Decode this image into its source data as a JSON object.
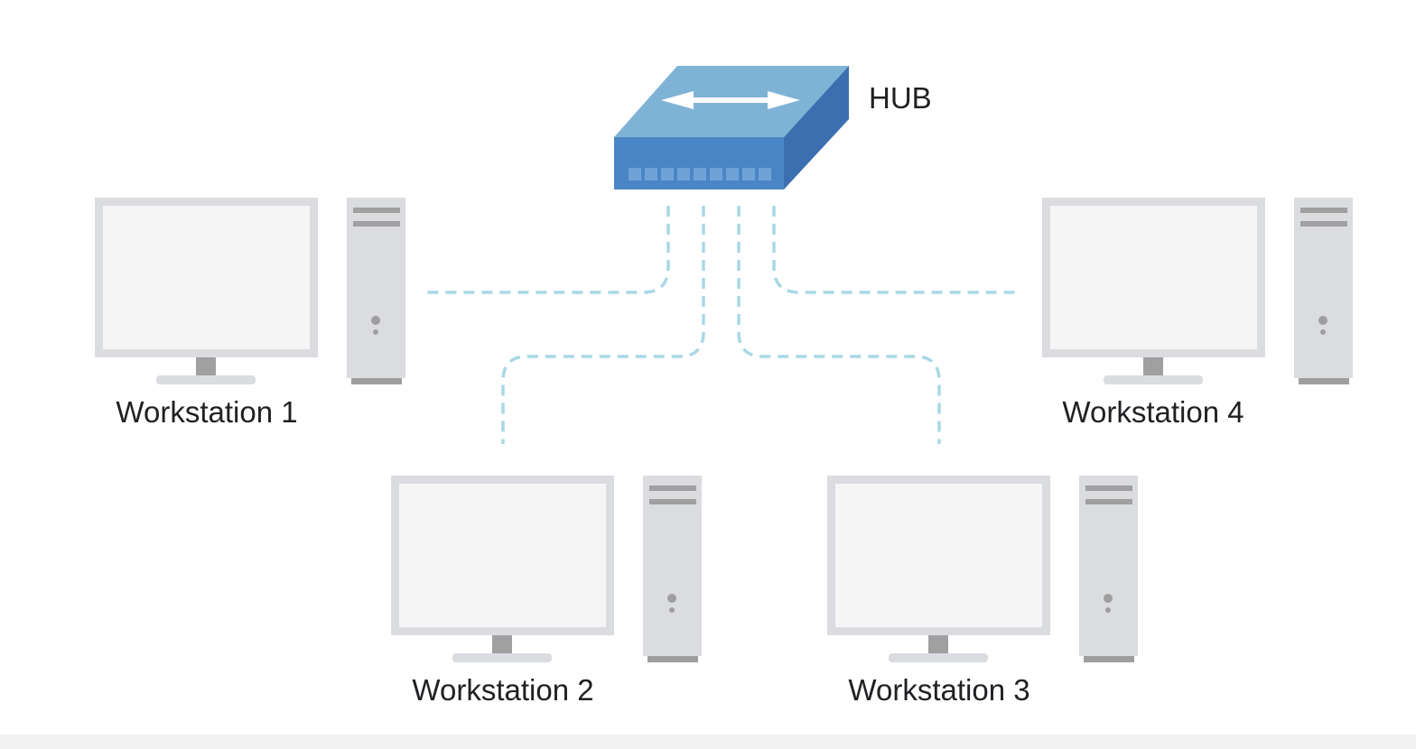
{
  "hub": {
    "label": "HUB",
    "top_color": "#7fb3d5",
    "front_color": "#4a86c5",
    "side_color": "#3b6fb0",
    "port_color": "#6fa3d8"
  },
  "workstations": [
    {
      "label": "Workstation 1"
    },
    {
      "label": "Workstation 2"
    },
    {
      "label": "Workstation 3"
    },
    {
      "label": "Workstation 4"
    }
  ],
  "colors": {
    "cable": "#a8d8e6",
    "monitor_frame": "#dadce0",
    "monitor_screen": "#f5f5f5",
    "tower": "#dadce0",
    "tower_detail": "#a0a0a0"
  }
}
